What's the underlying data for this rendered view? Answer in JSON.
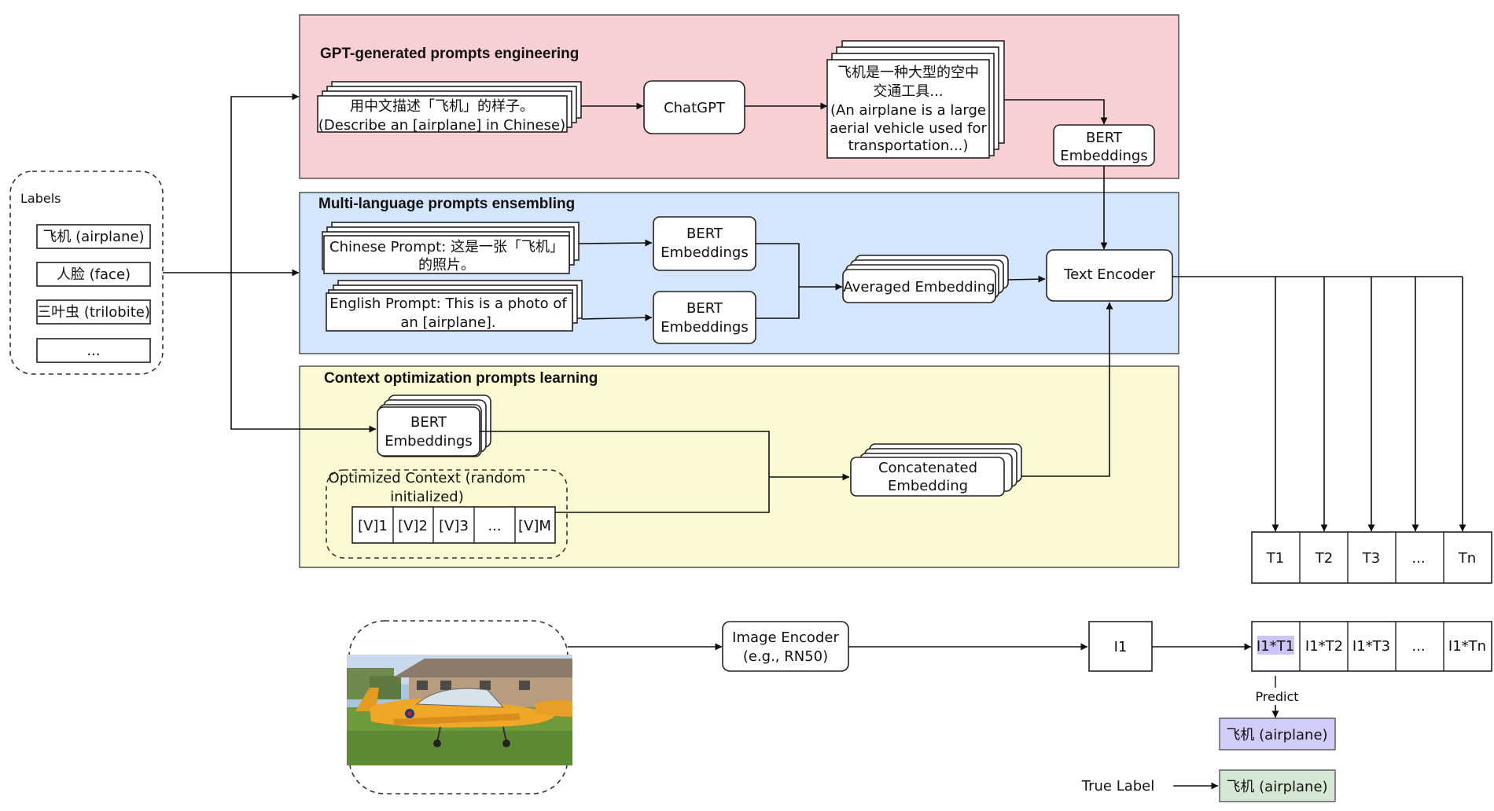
{
  "sections": {
    "gpt": {
      "title": "GPT-generated prompts engineering",
      "color": "#f8cfd2"
    },
    "multi": {
      "title": "Multi-language prompts ensembling",
      "color": "#d5e5fc"
    },
    "context": {
      "title": "Context optimization prompts learning",
      "color": "#fbf9d2"
    }
  },
  "labels": {
    "title": "Labels",
    "items": [
      "飞机 (airplane)",
      "人脸 (face)",
      "三叶虫 (trilobite)",
      "..."
    ]
  },
  "gpt_prompt": [
    "用中文描述「飞机」的样子。",
    "(Describe an [airplane] in Chinese)"
  ],
  "chatgpt": "ChatGPT",
  "gpt_output": [
    "飞机是一种大型的空中",
    "交通工具...",
    "(An airplane is a large",
    "aerial vehicle used for",
    "transportation...)"
  ],
  "bert_embeddings": [
    "BERT",
    "Embeddings"
  ],
  "chinese_prompt": [
    "Chinese Prompt: 这是一张「飞机」",
    "的照片。"
  ],
  "english_prompt": [
    "English Prompt: This is a photo of",
    "an [airplane]."
  ],
  "averaged_embedding": "Averaged Embedding",
  "text_encoder": "Text Encoder",
  "optimized_context": {
    "title": [
      "Optimized Context (random",
      "initialized)"
    ],
    "tokens": [
      "[V]1",
      "[V]2",
      "[V]3",
      "...",
      "[V]M"
    ]
  },
  "concatenated_embedding": [
    "Concatenated",
    "Embedding"
  ],
  "text_features": [
    "T1",
    "T2",
    "T3",
    "...",
    "Tn"
  ],
  "image_encoder": [
    "Image Encoder",
    "(e.g., RN50)"
  ],
  "image_feature": "I1",
  "similarities": [
    "I1*T1",
    "I1*T2",
    "I1*T3",
    "...",
    "I1*Tn"
  ],
  "predict_label": "Predict",
  "prediction": {
    "text": "飞机 (airplane)",
    "color": "#d0cdf8"
  },
  "true_label": {
    "caption": "True Label",
    "text": "飞机 (airplane)",
    "color": "#d5e8d4"
  },
  "highlight_color": "#c9c5f6"
}
